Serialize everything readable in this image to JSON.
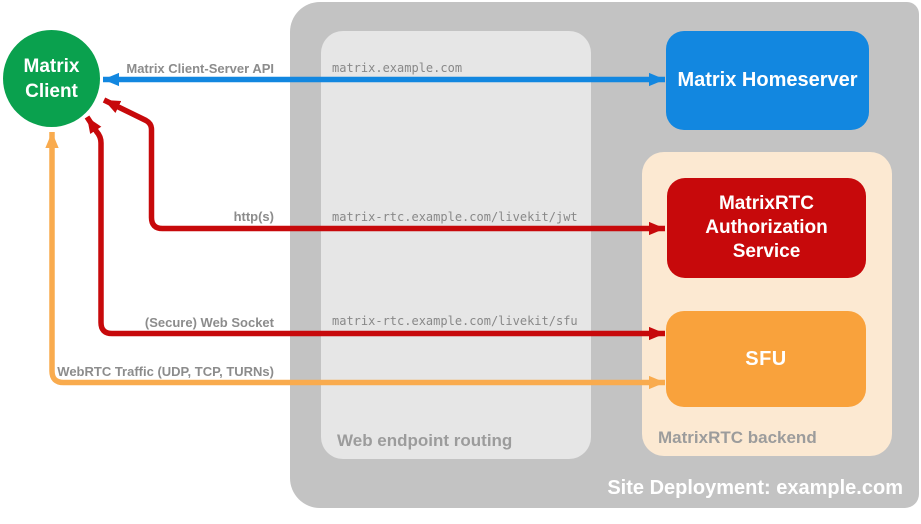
{
  "diagram": {
    "deployment_label": "Site Deployment: example.com",
    "client": {
      "label": "Matrix Client"
    },
    "homeserver": {
      "label": "Matrix Homeserver"
    },
    "routing": {
      "label": "Web endpoint routing",
      "endpoints": [
        "matrix.example.com",
        "matrix-rtc.example.com/livekit/jwt",
        "matrix-rtc.example.com/livekit/sfu"
      ]
    },
    "backend": {
      "label": "MatrixRTC backend",
      "auth_label": "MatrixRTC Authorization Service",
      "sfu_label": "SFU"
    },
    "connections": [
      {
        "label": "Matrix Client-Server API",
        "color": "#1287e0",
        "from": "Matrix Client",
        "to": "Matrix Homeserver",
        "bidirectional": true
      },
      {
        "label": "http(s)",
        "color": "#c7090b",
        "from": "Matrix Client",
        "to": "MatrixRTC Authorization Service",
        "bidirectional": true
      },
      {
        "label": "(Secure) Web Socket",
        "color": "#c7090b",
        "from": "Matrix Client",
        "to": "SFU",
        "bidirectional": true
      },
      {
        "label": "WebRTC Traffic (UDP, TCP, TURNs)",
        "color": "#f9ab4e",
        "from": "Matrix Client",
        "to": "SFU",
        "bidirectional": true
      }
    ],
    "palette": {
      "client_green": "#0aa14e",
      "homeserver_blue": "#1287e0",
      "auth_red": "#c7090b",
      "sfu_orange": "#f9a23c",
      "webrtc_orange": "#f9ab4e",
      "backend_peach": "#fce9d2",
      "deployment_gray": "#c3c3c3",
      "routing_gray": "#e6e6e6",
      "label_gray": "#8c8c8c"
    }
  }
}
